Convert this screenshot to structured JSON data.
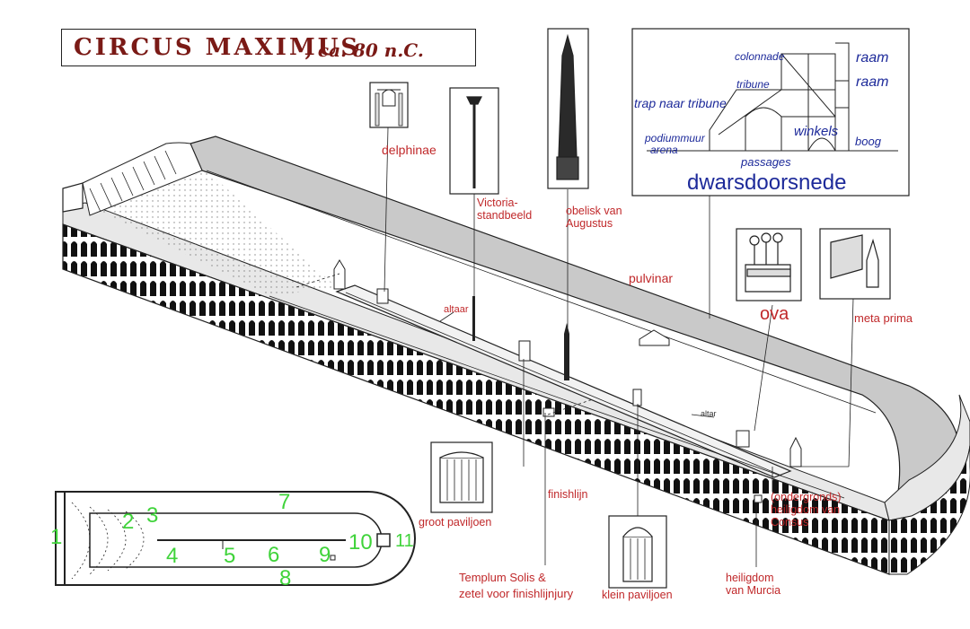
{
  "title": {
    "main": "CIRCUS MAXIMUS",
    "suffix": ", ca. 80 n.C."
  },
  "cross_section": {
    "heading": "dwarsdoorsnede",
    "labels": {
      "colonnade": "colonnade",
      "raam_1": "raam",
      "raam_2": "raam",
      "tribune": "tribune",
      "trap_naar_tribune": "trap naar tribune",
      "winkels": "winkels",
      "podiummuur": "podiummuur",
      "arena": "arena",
      "boog": "boog",
      "passages": "passages"
    }
  },
  "labels": {
    "delphinae": "delphinae",
    "victoria_line1": "Victoria-",
    "victoria_line2": "standbeeld",
    "obelisk_line1": "obelisk van",
    "obelisk_line2": "Augustus",
    "pulvinar": "pulvinar",
    "ova": "ova",
    "meta_prima": "meta prima",
    "altaar_1": "altaar",
    "altaar_2": "altar",
    "groot_paviljoen": "groot paviljoen",
    "finishlijn": "finishlijn",
    "templum_line1": "Templum Solis &",
    "templum_line2": "zetel voor finishlijnjury",
    "klein_paviljoen": "klein paviljoen",
    "ondergronds_line1": "(ondergronds)",
    "ondergronds_line2": "heiligdom van",
    "ondergronds_line3": "Consus",
    "murcia_line1": "heiligdom",
    "murcia_line2": "van Murcia"
  },
  "plan_numbers": [
    "1",
    "2",
    "3",
    "4",
    "5",
    "6",
    "7",
    "8",
    "9",
    "10",
    "11"
  ],
  "colors": {
    "label_red": "#c0282a",
    "label_blue": "#1d2a9a",
    "number_green": "#3fd33a",
    "title_brown": "#7a1a16",
    "roof_gray": "#c9c9c9"
  }
}
